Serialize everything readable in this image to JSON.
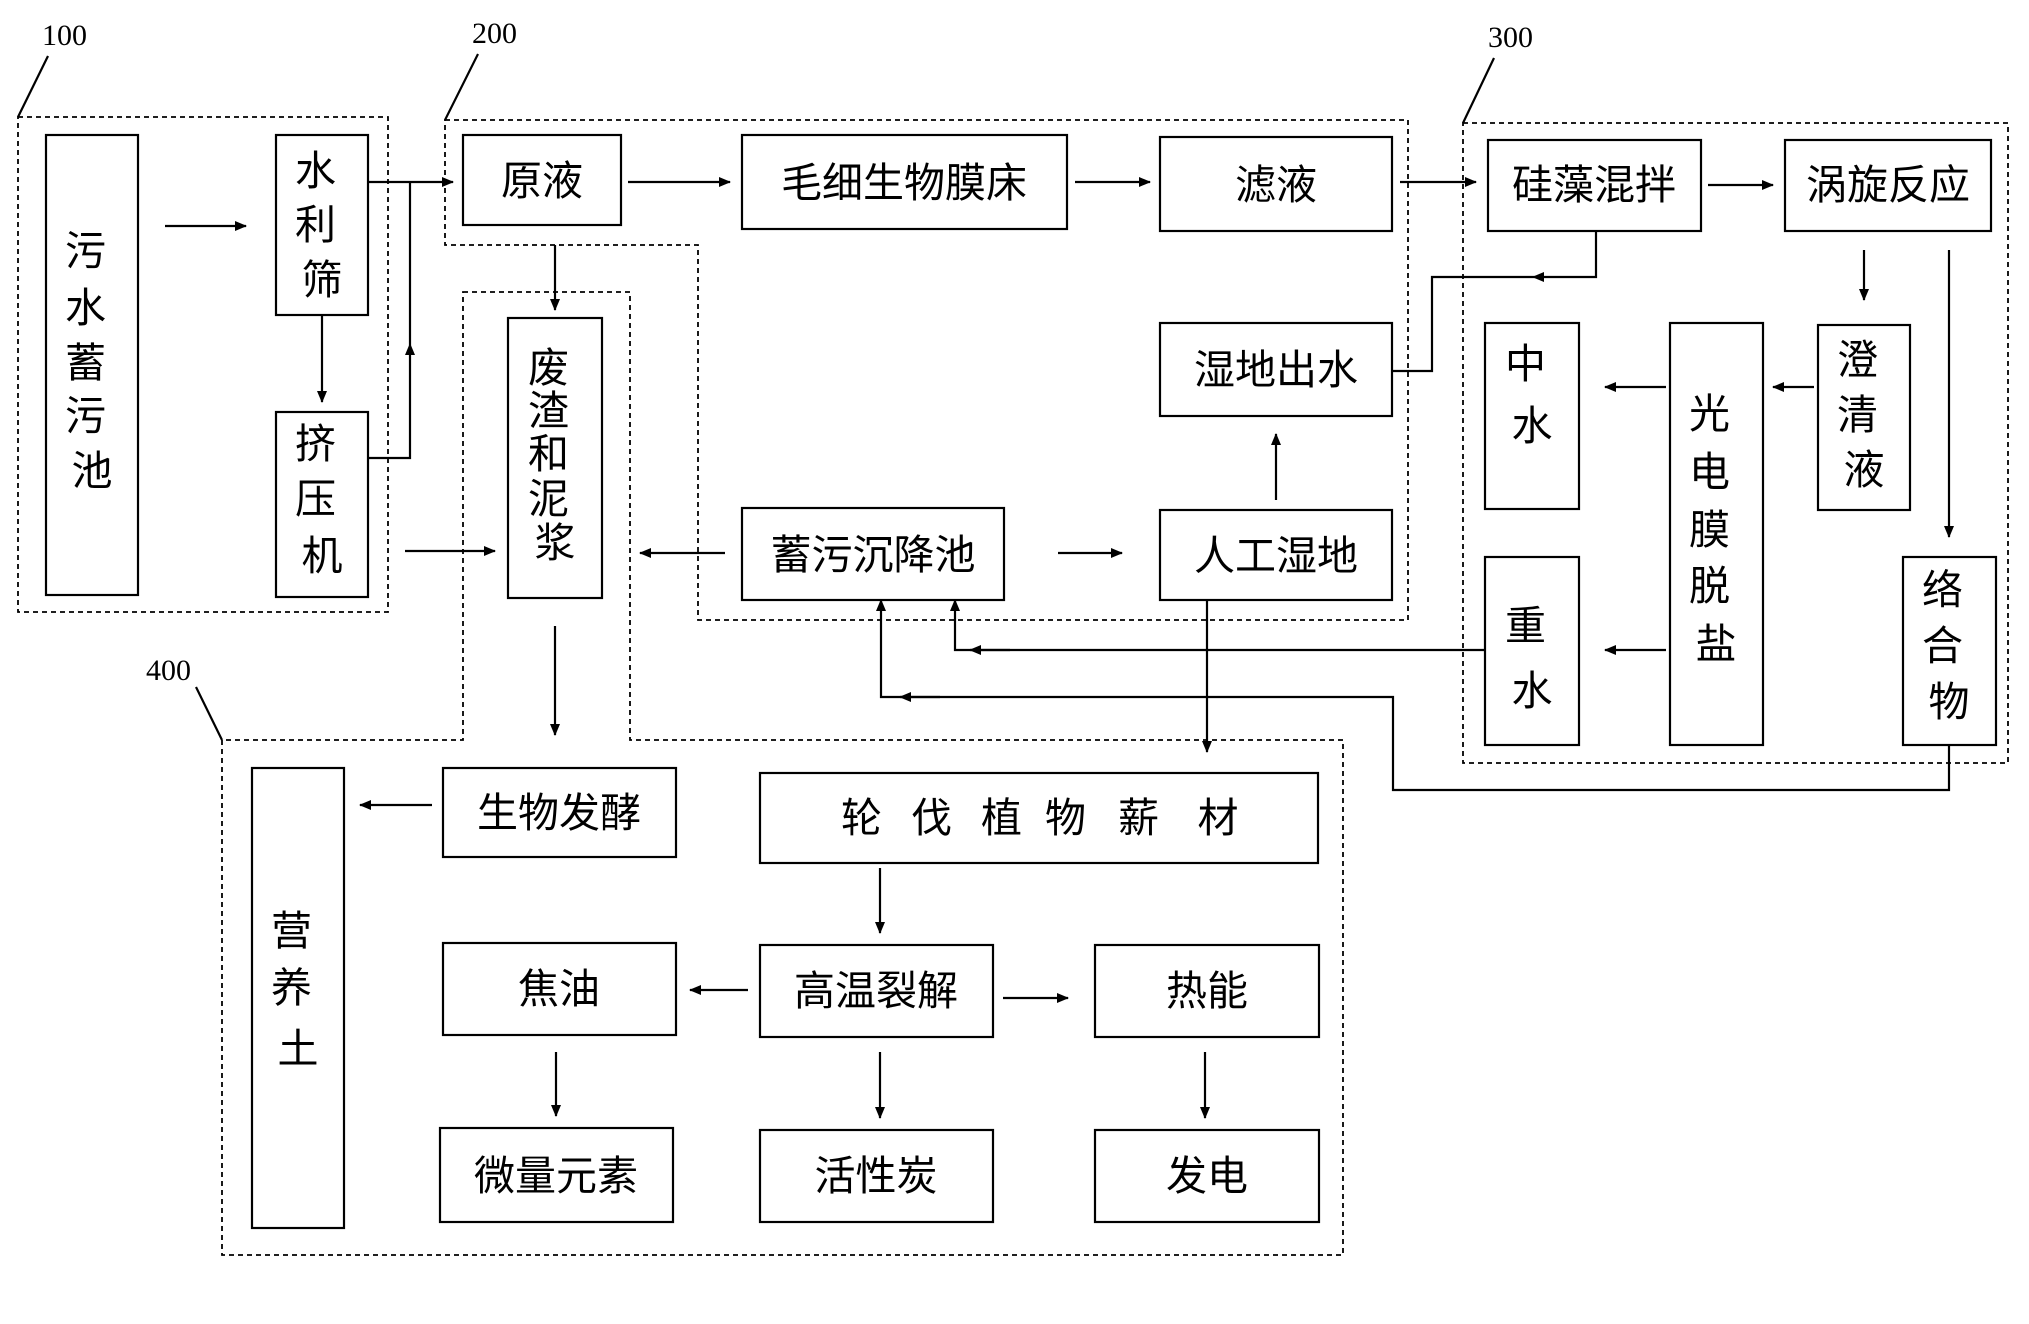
{
  "colors": {
    "line": "#000000",
    "background": "#ffffff"
  },
  "regions": {
    "r100": "100",
    "r200": "200",
    "r300": "300",
    "r400": "400"
  },
  "nodes": {
    "sewage_pool": [
      "污",
      "水",
      "蓄",
      "污",
      "池"
    ],
    "hydro_sieve": [
      "水",
      "利",
      "筛"
    ],
    "extruder": [
      "挤",
      "压",
      "机"
    ],
    "raw_liquid": "原液",
    "capillary_bed": "毛细生物膜床",
    "filtrate": "滤液",
    "wetland_outflow": "湿地出水",
    "sludge": [
      "废",
      "渣",
      "和",
      "泥",
      "浆"
    ],
    "settling_tank": "蓄污沉降池",
    "artificial_wetland": "人工湿地",
    "diatom_mixing": "硅藻混拌",
    "vortex_reaction": "涡旋反应",
    "clarified_liquid": [
      "澄",
      "清",
      "液"
    ],
    "photo_membrane": [
      "光",
      "电",
      "膜",
      "脱",
      "盐"
    ],
    "middle_water": [
      "中",
      "水"
    ],
    "heavy_water": [
      "重",
      "水"
    ],
    "complex": [
      "络",
      "合",
      "物"
    ],
    "bio_fermentation": "生物发酵",
    "nutrient_soil": [
      "营",
      "养",
      "土"
    ],
    "rotation_wood": [
      "轮",
      "伐",
      "植",
      "物",
      "薪",
      "材"
    ],
    "pyrolysis": "高温裂解",
    "tar": "焦油",
    "heat_energy": "热能",
    "trace_elements": "微量元素",
    "activated_carbon": "活性炭",
    "power_generation": "发电"
  }
}
